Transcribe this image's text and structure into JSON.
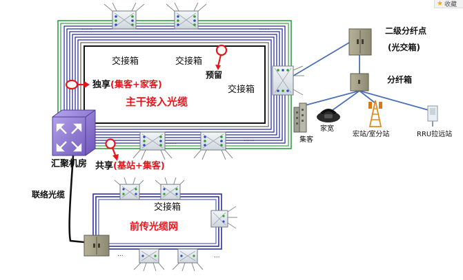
{
  "labels": {
    "cross_box": "交接箱",
    "reserve": "预留",
    "exclusive": "独享",
    "exclusive_detail": "(集客+家客)",
    "trunk_cable": "主干接入光缆",
    "shared": "共享",
    "shared_detail": "(基站+集客)",
    "aggregation_room": "汇聚机房",
    "link_cable": "联络光缆",
    "fronthaul_network": "前传光缆网",
    "secondary_split_point": "二级分纤点",
    "optical_cross_box": "(光交箱)",
    "split_box": "分纤箱",
    "enterprise_customer": "集客",
    "home_broadband": "家宽",
    "macro_indoor_station": "宏站/室分站",
    "rru_remote_station": "RRU拉远站",
    "dots": "……",
    "dots_short": "..."
  },
  "corner_badge": "收藏",
  "colors": {
    "red_text": "#e8141b",
    "ring_blue": "#2b2fa6",
    "ring_green": "#2f9e44",
    "ring_black": "#111111",
    "link_line": "#4a6fb5",
    "node_purple": "#7f68c7"
  }
}
